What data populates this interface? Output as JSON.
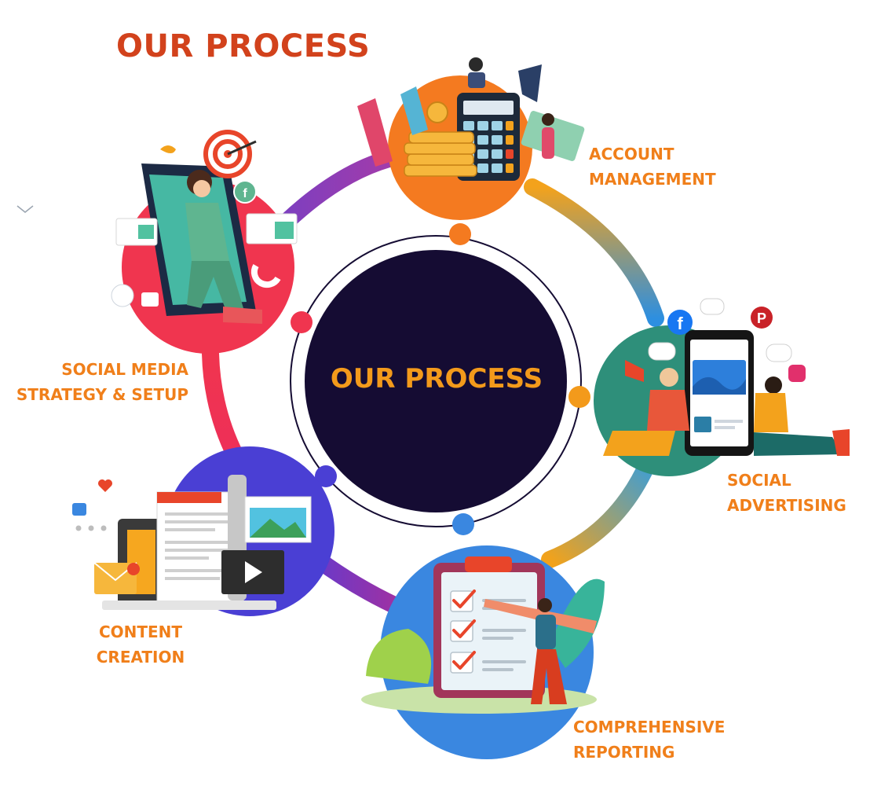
{
  "page": {
    "title": "OUR PROCESS"
  },
  "hub": {
    "label": "OUR PROCESS"
  },
  "steps": [
    {
      "lines": [
        "ACCOUNT",
        "MANAGEMENT"
      ],
      "color": "#f47a20"
    },
    {
      "lines": [
        "SOCIAL",
        "ADVERTISING"
      ],
      "color": "#2e8f7a"
    },
    {
      "lines": [
        "COMPREHENSIVE",
        "REPORTING"
      ],
      "color": "#3a87e0"
    },
    {
      "lines": [
        "CONTENT",
        "CREATION"
      ],
      "color": "#4a3fd4"
    },
    {
      "lines": [
        "SOCIAL MEDIA",
        "STRATEGY & SETUP"
      ],
      "color": "#f0354f"
    }
  ],
  "colors": {
    "title": "#d2421c",
    "label": "#f07f1a",
    "hub_fill": "#150c33",
    "hub_text": "#f39a1b"
  },
  "icons": {
    "step1": "calculator-coins-icon",
    "step2": "smartphone-social-icon",
    "step3": "clipboard-checklist-icon",
    "step4": "content-documents-icon",
    "step5": "phone-target-icon"
  }
}
